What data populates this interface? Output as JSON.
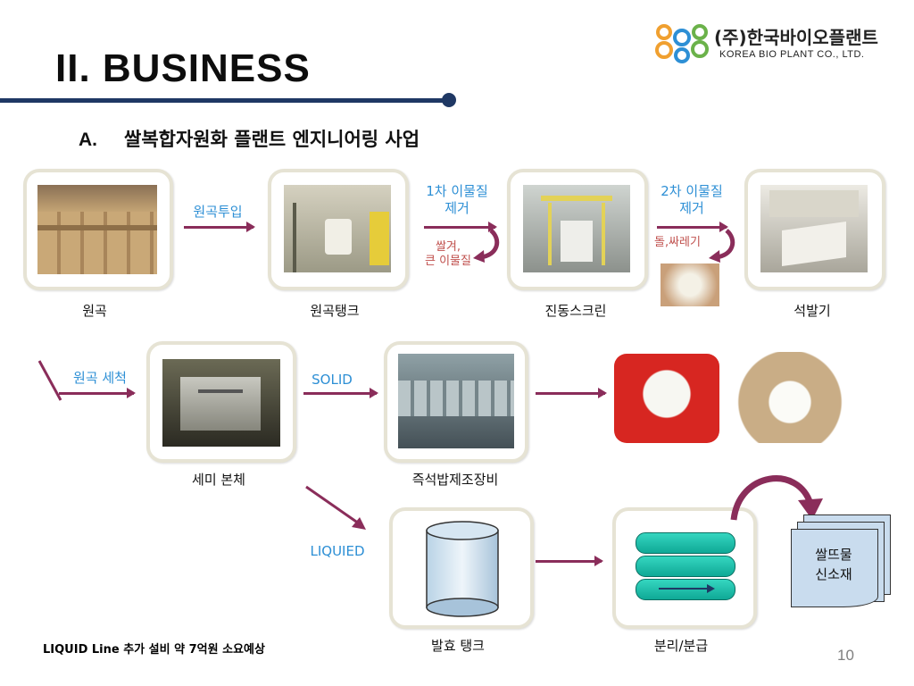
{
  "header": {
    "title": "II. BUSINESS",
    "company_ko": "(주)한국바이오플랜트",
    "company_en": "KOREA BIO PLANT CO., LTD.",
    "brand_color": "#1f3864"
  },
  "section": {
    "letter": "A.",
    "title": "쌀복합자원화 플랜트 엔지니어링 사업"
  },
  "row1": {
    "raw_label": "원곡",
    "arrow1_label": "원곡투입",
    "tank_label": "원곡탱크",
    "arrow2_label_l1": "1차 이물질",
    "arrow2_label_l2": "제거",
    "arrow2_sub_l1": "쌀겨,",
    "arrow2_sub_l2": "큰 이물질",
    "screen_label": "진동스크린",
    "arrow3_label_l1": "2차 이물질",
    "arrow3_label_l2": "제거",
    "arrow3_sub": "돌,싸레기",
    "destoner_label": "석발기"
  },
  "row2": {
    "wash_label": "원곡 세척",
    "semi_label": "세미 본체",
    "solid_label": "SOLID",
    "rice_maker_label": "즉석밥제조장비"
  },
  "row3": {
    "liquid_label": "LIQUIED",
    "ferment_label": "발효 탱크",
    "separate_label": "분리/분급",
    "material_l1": "쌀뜨물",
    "material_l2": "신소재"
  },
  "footer": {
    "note": "LIQUID Line 추가 설비 약 7억원 소요예상",
    "page": "10"
  },
  "colors": {
    "arrow": "#8a2d5a",
    "blue_text": "#2d8fd5",
    "red_text": "#c0504d",
    "frame": "#e6e3d4"
  },
  "icons": [
    "logo-icon",
    "fermentation-tank-icon",
    "separator-icon",
    "document-stack-icon"
  ]
}
